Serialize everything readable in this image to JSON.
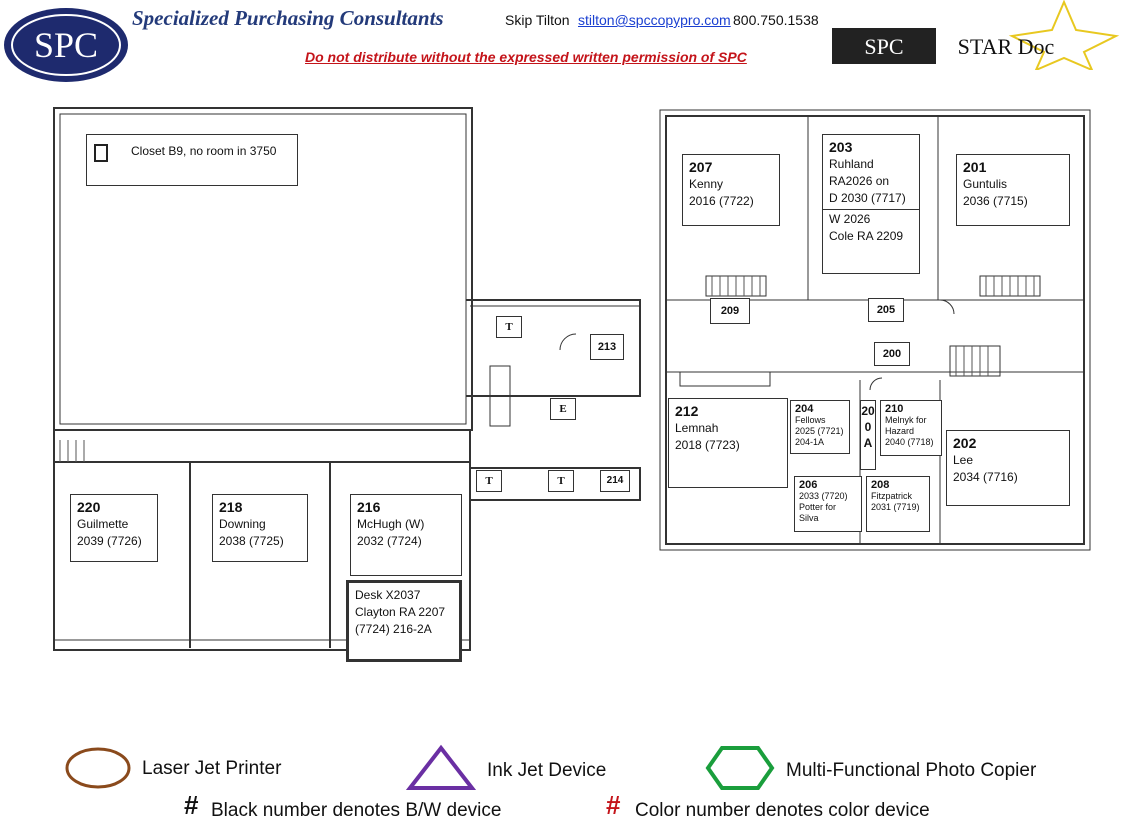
{
  "header": {
    "logo_text": "SPC",
    "company": "Specialized Purchasing Consultants",
    "contact_name": "Skip Tilton",
    "contact_email": "stilton@spccopypro.com",
    "contact_phone": "800.750.1538",
    "warning": "Do not distribute without the expressed written permission of SPC",
    "star_logo": {
      "left": "SPC",
      "right": "STAR Doc"
    }
  },
  "closet": {
    "label": "Closet B9, no room in 3750"
  },
  "rooms": {
    "r207": {
      "num": "207",
      "name": "Kenny",
      "dev": "2016 (7722)"
    },
    "r203": {
      "num": "203",
      "l1": "Ruhland",
      "l2": "RA2026 on",
      "l3": "D 2030 (7717)",
      "l4": "W 2026",
      "l5": "Cole RA 2209"
    },
    "r201": {
      "num": "201",
      "name": "Guntulis",
      "dev": "2036 (7715)"
    },
    "r209": {
      "num": "209"
    },
    "r205": {
      "num": "205"
    },
    "r200": {
      "num": "200"
    },
    "r213": {
      "num": "213"
    },
    "r212": {
      "num": "212",
      "name": "Lemnah",
      "dev": "2018 (7723)"
    },
    "r204": {
      "num": "204",
      "name": "Fellows",
      "dev": "2025 (7721)",
      "extra": "204-1A"
    },
    "r200a": {
      "label": "200A"
    },
    "r210": {
      "num": "210",
      "name": "Melnyk for Hazard",
      "dev": "2040 (7718)"
    },
    "r202": {
      "num": "202",
      "name": "Lee",
      "dev": "2034 (7716)"
    },
    "r206": {
      "num": "206",
      "dev": "2033 (7720)",
      "name": "Potter for Silva"
    },
    "r208": {
      "num": "208",
      "name": "Fitzpatrick",
      "dev": "2031 (7719)"
    },
    "r214": {
      "num": "214"
    },
    "r220": {
      "num": "220",
      "name": "Guilmette",
      "dev": "2039 (7726)"
    },
    "r218": {
      "num": "218",
      "name": "Downing",
      "dev": "2038 (7725)"
    },
    "r216": {
      "num": "216",
      "name": "McHugh (W)",
      "dev": "2032 (7724)"
    },
    "desk": {
      "l1": "Desk X2037",
      "l2": "Clayton RA 2207",
      "l3": "(7724) 216-2A"
    }
  },
  "marks": {
    "t": "T",
    "e": "E"
  },
  "legend": {
    "laser": "Laser Jet Printer",
    "inkjet": "Ink Jet Device",
    "mfp": "Multi-Functional Photo Copier",
    "hash": "#",
    "bw": "Black number denotes B/W device",
    "color": "Color number denotes color device"
  },
  "colors": {
    "laser": "#8a4a1c",
    "inkjet": "#6a2fa3",
    "mfp": "#1a9e3c",
    "warning": "#c4141a",
    "brand": "#233a7a"
  }
}
